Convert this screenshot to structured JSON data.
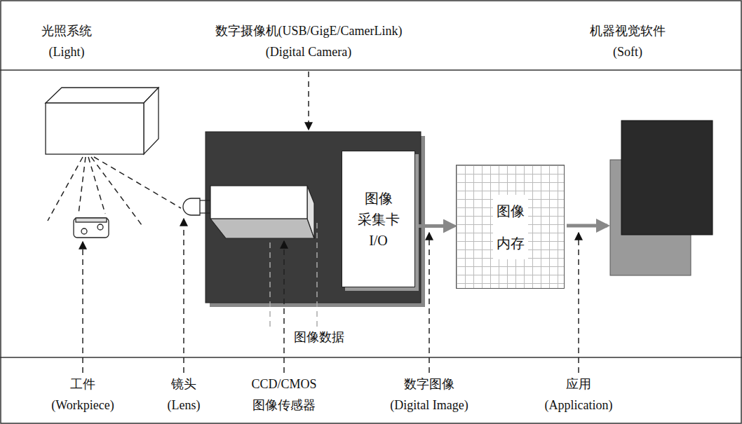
{
  "diagram": {
    "nodes": [
      {
        "text": [
          "图像 采集卡 I/O"
        ]
      },
      {
        "text": [
          "图像 内存"
        ]
      }
    ],
    "edges": [
      {
        "from": 0,
        "to": 1,
        "arrow": "to"
      }
    ],
    "labels": [
      "光照系统",
      "(Light)",
      "数字摄像机(USB/GigE/CamerLink)",
      "(Digital Camera)",
      "机器视觉软件",
      "(Soft)",
      "图像数据",
      "工件",
      "(Workpiece)",
      "镜头",
      "(Lens)",
      "CCD/CMOS",
      "图像传感器",
      "数字图像",
      "(Digital Image)",
      "应用",
      "(Application)"
    ]
  }
}
